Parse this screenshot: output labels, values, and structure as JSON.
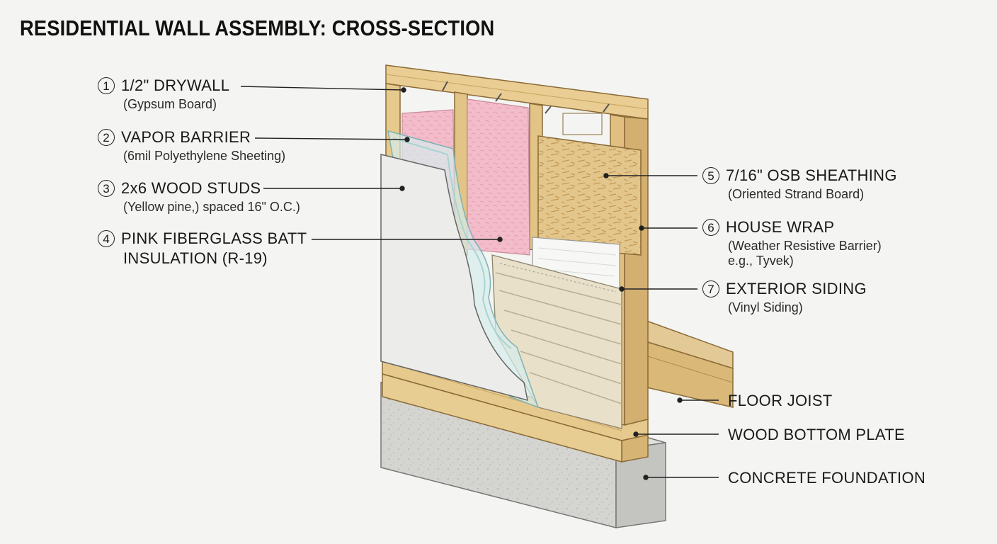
{
  "title": "RESIDENTIAL WALL ASSEMBLY: CROSS-SECTION",
  "labels": [
    {
      "num": "1",
      "name": "1/2\" DRYWALL",
      "sub": "(Gypsum Board)"
    },
    {
      "num": "2",
      "name": "VAPOR BARRIER",
      "sub": "(6mil Polyethylene Sheeting)"
    },
    {
      "num": "3",
      "name": "2x6 WOOD STUDS",
      "sub": "(Yellow pine,) spaced 16\" O.C.)"
    },
    {
      "num": "4",
      "name": "PINK FIBERGLASS BATT",
      "sub": "INSULATION (R-19)"
    },
    {
      "num": "5",
      "name": "7/16\" OSB SHEATHING",
      "sub": "(Oriented Strand Board)"
    },
    {
      "num": "6",
      "name": "HOUSE WRAP",
      "sub": "(Weather Resistive Barrier)",
      "sub2": "e.g., Tyvek)"
    },
    {
      "num": "7",
      "name": "EXTERIOR SIDING",
      "sub": "(Vinyl Siding)"
    },
    {
      "name": "FLOOR JOIST"
    },
    {
      "name": "WOOD BOTTOM PLATE"
    },
    {
      "name": "CONCRETE FOUNDATION"
    }
  ],
  "colors": {
    "wood": "#e6c98c",
    "wood_dark": "#c9a460",
    "insulation": "#f2b9c6",
    "drywall": "#ececea",
    "osb": "#e2c48a",
    "siding": "#e8e0c8",
    "concrete": "#d2d2cf",
    "leader": "#222222"
  }
}
